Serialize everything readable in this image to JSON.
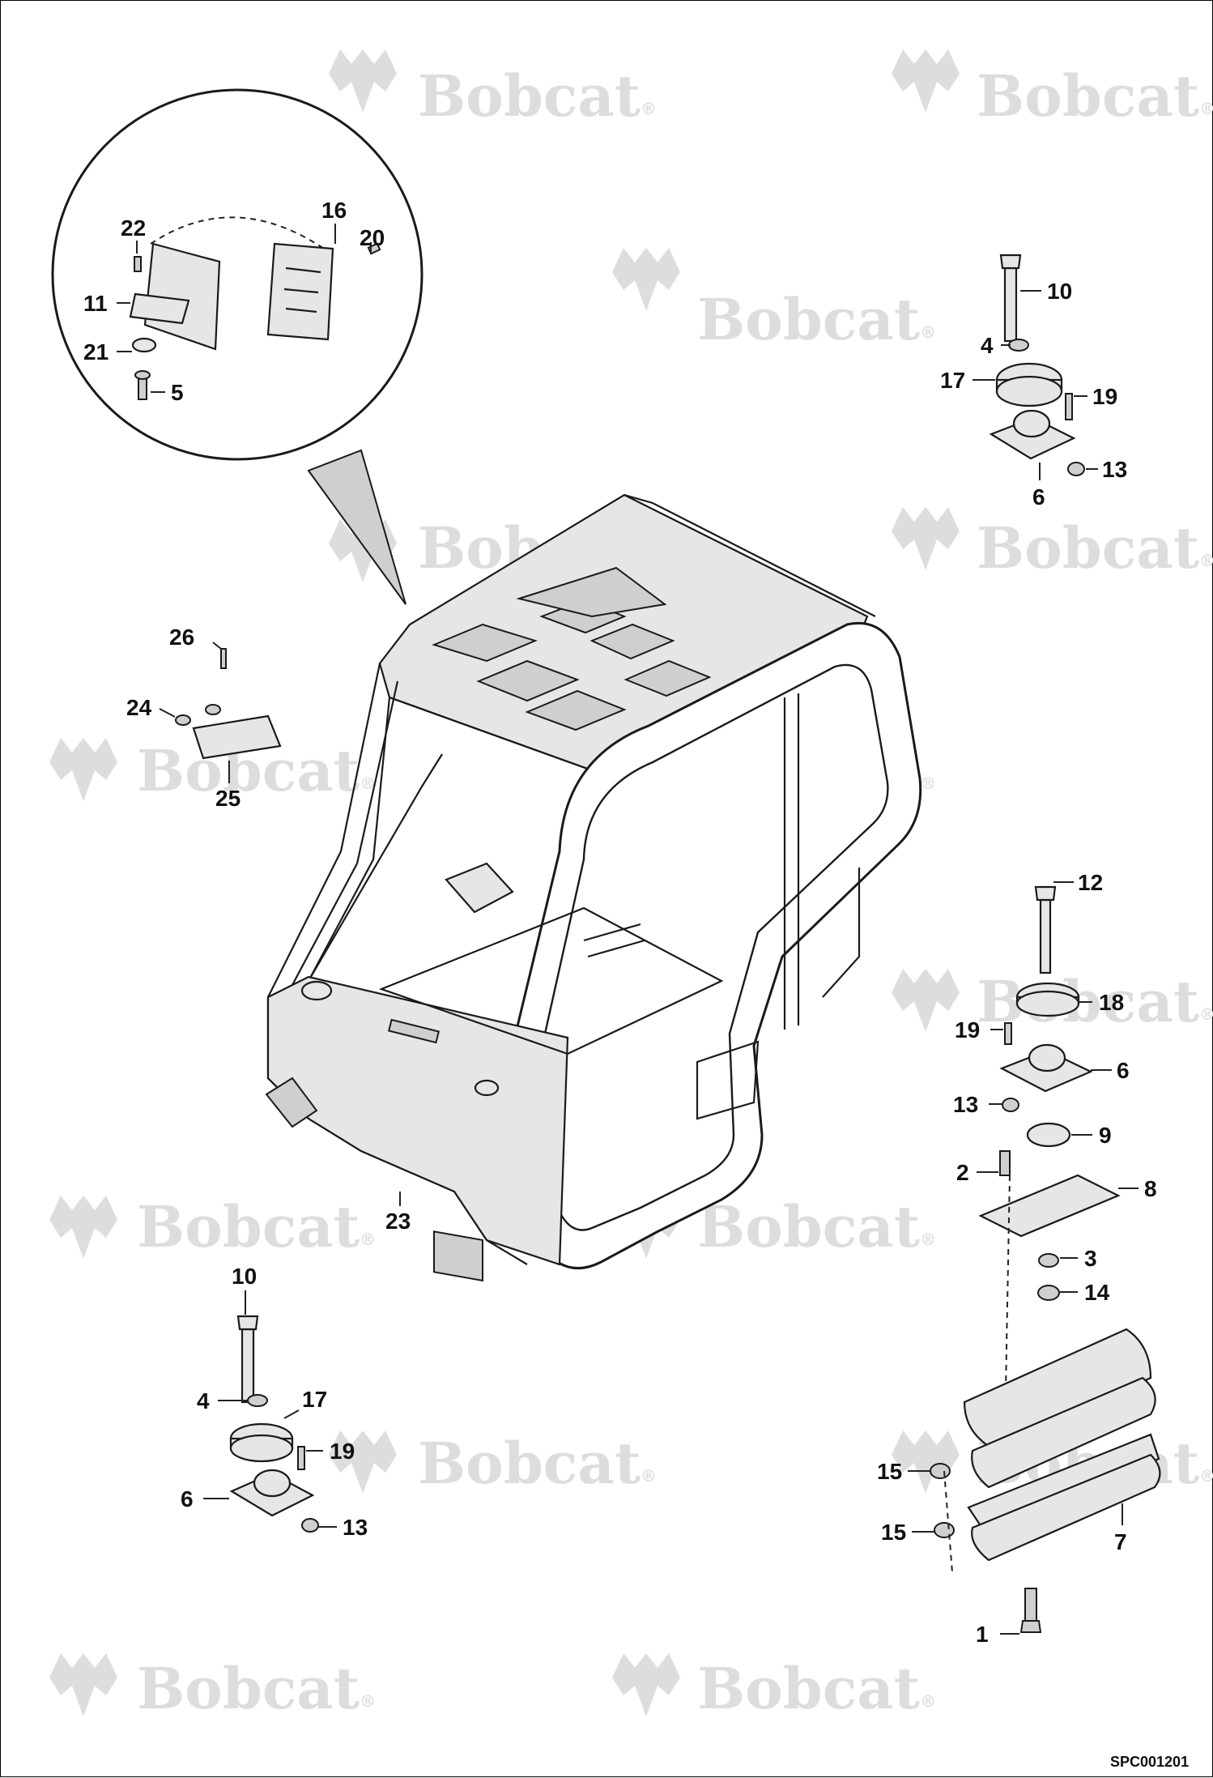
{
  "watermark": {
    "text": "Bobcat",
    "mark": "®"
  },
  "diagram_code": "SPC001201",
  "callouts": {
    "c22": "22",
    "c16": "16",
    "c20": "20",
    "c11": "11",
    "c21": "21",
    "c5": "5",
    "c10a": "10",
    "c4a": "4",
    "c17a": "17",
    "c19a": "19",
    "c13a": "13",
    "c6a": "6",
    "c26": "26",
    "c24": "24",
    "c25": "25",
    "c23": "23",
    "c12": "12",
    "c18": "18",
    "c19b": "19",
    "c6b": "6",
    "c13b": "13",
    "c9": "9",
    "c2": "2",
    "c8": "8",
    "c3": "3",
    "c14": "14",
    "c15a": "15",
    "c15b": "15",
    "c7": "7",
    "c1": "1",
    "c10b": "10",
    "c4b": "4",
    "c17b": "17",
    "c19c": "19",
    "c6c": "6",
    "c13c": "13"
  },
  "icons": [
    "bobcat-logo-watermark",
    "detail-magnifier-circle"
  ]
}
